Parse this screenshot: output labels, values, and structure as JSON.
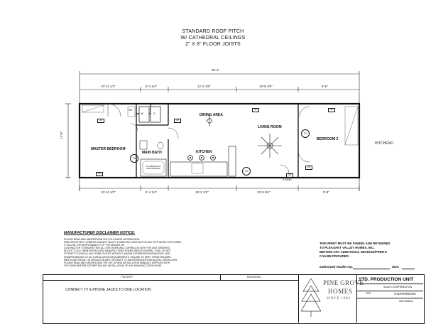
{
  "header": {
    "line1": "STANDARD ROOF PITCH",
    "line2": "W/ CATHEDRAL CEILINGS",
    "line3": "2\" X 6\" FLOOR JOISTS"
  },
  "dimensions": {
    "overall": "50'-4\"",
    "top": [
      "10'-11 1/2\"",
      "5'-4 1/4\"",
      "12'-4 1/8\"",
      "10'-8 1/8\"",
      "9'-8\""
    ],
    "bottom": [
      "10'-11 1/2\"",
      "5'-4 1/4\"",
      "13'-2 1/2\"",
      "10'-9 3/4\"",
      "9'-8\""
    ],
    "width": "12'-8\""
  },
  "rooms": {
    "master_bedroom": "MASTER BEDROOM",
    "main_bath": "MAIN BATH",
    "kitchen": "KITCHEN",
    "dining_area": "DINING AREA",
    "living_room": "LIVING ROOM",
    "bedroom_2": "BEDROOM 2",
    "hitchend": "HITCHEND"
  },
  "fixtures": {
    "whd": "WH",
    "washer": "W",
    "dryer": "D",
    "tv": "TV",
    "size_30": "30",
    "size_36": "36",
    "size_28": "28",
    "tub_note": "60\" FIBERGLASS BATH/SHOWER",
    "epanel": "E-PANEL"
  },
  "disclaimer": {
    "heading": "MANUFACTURER DISCLAIMER NOTICE:",
    "lines": [
      "PLEASE READ AND UNDERSTAND THE FOLLOWING INFORMATION:",
      "PINE GROVE MFG. HOMES/PLEASANT VALLEY HOMES INC DOES NOT DO ANY SITE WORK FOR HOMES.",
      "IT WILL BE THE RESPONSIBILITY OF THE DEALER OR",
      "CONTRACTOR TO INSURE THAT ALL SITE WORK WILL CORRELATE WITH THE UNIT ORDERED.",
      "NOTICE TO ALL HOME INSTALLERS: MANUFACTURED HOMES WEIGH SEVERAL TONS. DO NOT",
      "ATTEMPT TO INSTALL ANY HOME ON SITE WITHOUT HAVING EXPERIENCE/KNOWLEDGE, AND",
      "UNDERSTANDING OF ALL INSTALLATION REQUIREMENTS. FAILURE TO MEET THESE REQUIRE-",
      "MENTS MAY RESULT IN SERIOUS INJURY OR DEATH TO INEXPERIENCED INSTALLERS. INSTALLERS:",
      "PLEASE READ AND UNDERSTAND THE SET-UP AND INSTALLATION MANUALS SUPPLIED WITH",
      "THE HOME BEFORE ATTEMPTING ANY INSTALLATION OF ANY MANUFACTURED HOME."
    ]
  },
  "signature_notice": {
    "lines": [
      "THIS PRINT MUST BE SIGNED AND RETURNED",
      "TO PLEASANT VALLEY HOMES, INC.",
      "BEFORE ANY ADDITIONAL DESIGNS/PRINTS",
      "CAN BE PROVIDED."
    ],
    "signature_label": "authorized retailer rep.",
    "date_label": "date:"
  },
  "title_block": {
    "notes_header": "**NOTES**",
    "revisions_header": "REVISIONS",
    "note": "CONNECT TV & PHONE JACKS TO ONE LOCATION",
    "company_line1": "PINE GROVE",
    "company_line2": "HOMES",
    "company_line3": "SINCE 1982",
    "unit_title": "STD. PRODUCTION UNIT",
    "confirmation": "SALES CONFIRMATION",
    "drawn_by": "JOE",
    "model": "STONYBROOK",
    "drawing_no": "556-200B44"
  }
}
